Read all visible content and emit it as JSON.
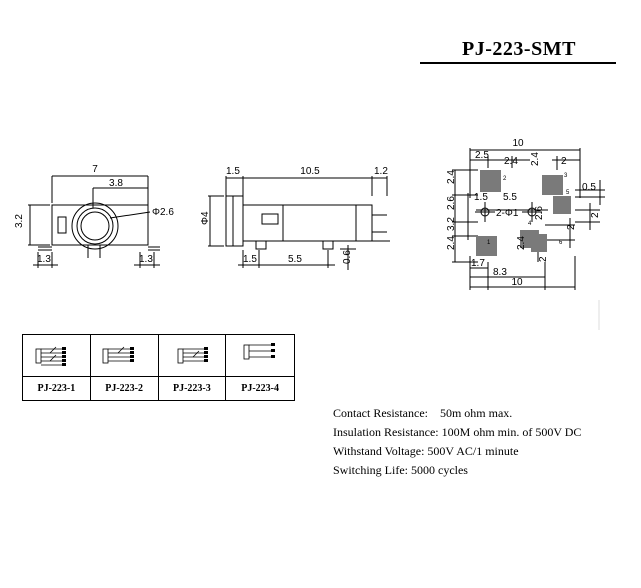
{
  "title": "PJ-223-SMT",
  "front_view": {
    "d_width": "7",
    "d_inner": "3.8",
    "d_bore": "Φ2.6",
    "d_height": "3.2",
    "d_pad_left": "1.3",
    "d_pad_right": "1.3"
  },
  "side_view": {
    "d_front": "1.5",
    "d_length": "10.5",
    "d_rear": "1.2",
    "d_dia": "Φ4",
    "d_peg1": "1.5",
    "d_peg2": "5.5",
    "d_peg_h": "0.6"
  },
  "footprint": {
    "d_top_total": "10",
    "d_top_a": "2.5",
    "d_top_b": "2.4",
    "d_top_c": "2.4",
    "d_top_d": "2",
    "d_left_a": "2.4",
    "d_left_b": "2.6",
    "d_left_c": "3.2",
    "d_left_d": "2.4",
    "d_r1": "0.5",
    "d_r2": "2",
    "d_r3": "2",
    "d_mid_a": "1.5",
    "d_mid_b": "5.5",
    "d_hole": "2-Φ1",
    "d_mid_c": "2.6",
    "d_bot_a": "1.7",
    "d_bot_b": "2.4",
    "d_bot_c": "2",
    "d_bot_d": "8.3",
    "d_bot_total": "10",
    "pin_labels": [
      "2",
      "3",
      "5",
      "1",
      "4",
      "6"
    ]
  },
  "variants": [
    "PJ-223-1",
    "PJ-223-2",
    "PJ-223-3",
    "PJ-223-4"
  ],
  "specs": [
    "Contact Resistance:    50m ohm max.",
    "Insulation Resistance: 100M ohm min. of 500V DC",
    "Withstand Voltage: 500V AC/1 minute",
    "Switching Life: 5000 cycles"
  ]
}
